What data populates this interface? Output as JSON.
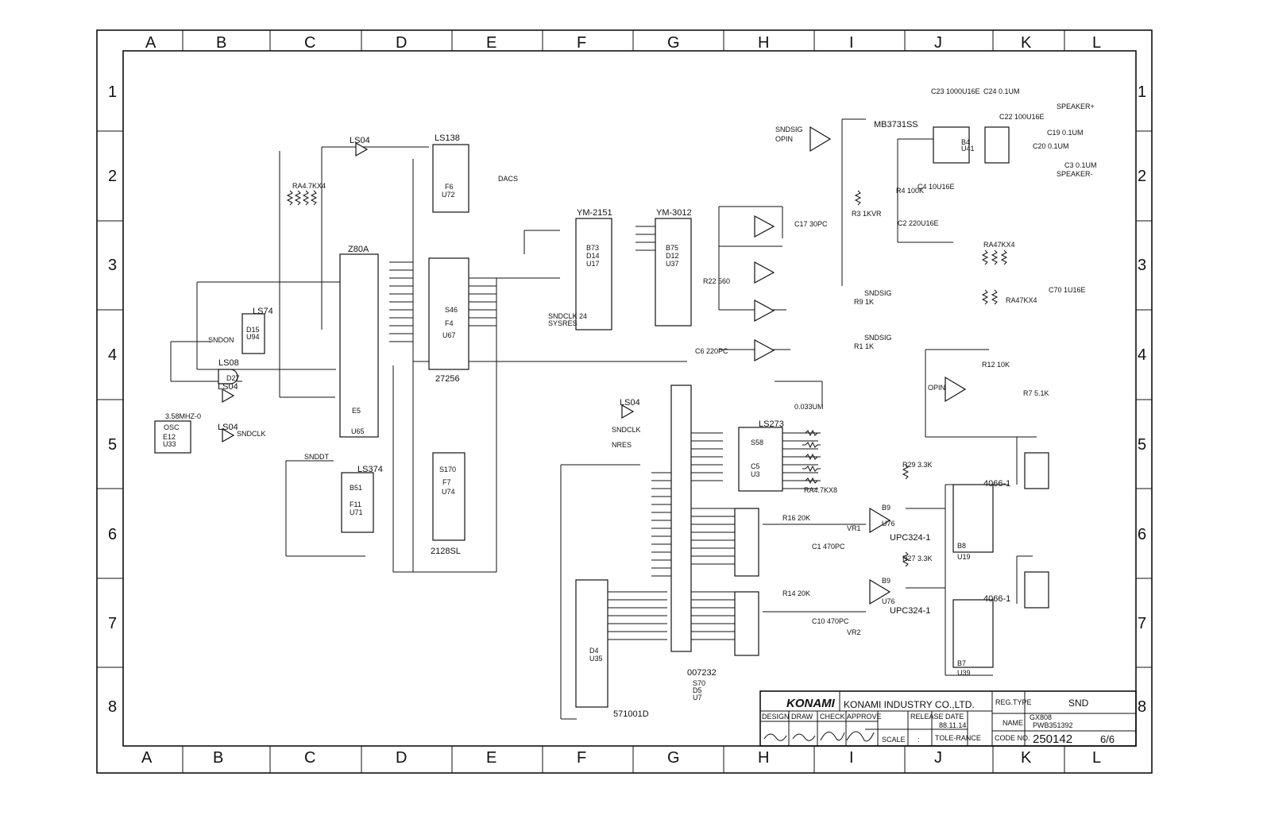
{
  "grid": {
    "columns": [
      "A",
      "B",
      "C",
      "D",
      "E",
      "F",
      "G",
      "H",
      "I",
      "J",
      "K",
      "L"
    ],
    "rows": [
      "1",
      "2",
      "3",
      "4",
      "5",
      "6",
      "7",
      "8"
    ]
  },
  "components": [
    {
      "id": "ls138",
      "label": "LS138",
      "sub": [
        "F6",
        "U72"
      ]
    },
    {
      "id": "z80a",
      "label": "Z80A",
      "sub": [
        "U65",
        "E5"
      ]
    },
    {
      "id": "rom27256",
      "label": "27256",
      "sub": [
        "F4",
        "U67",
        "S46"
      ]
    },
    {
      "id": "ram2128",
      "label": "2128SL",
      "sub": [
        "F7",
        "U74",
        "S170"
      ]
    },
    {
      "id": "ls374",
      "label": "LS374",
      "sub": [
        "F11",
        "U71",
        "B51"
      ]
    },
    {
      "id": "ym2151",
      "label": "YM-2151",
      "sub": [
        "D14",
        "U17",
        "B73"
      ]
    },
    {
      "id": "ym3012",
      "label": "YM-3012",
      "sub": [
        "D12",
        "U37",
        "B75"
      ]
    },
    {
      "id": "k007232",
      "label": "007232",
      "sub": [
        "D5",
        "U7",
        "S70"
      ]
    },
    {
      "id": "ls273",
      "label": "LS273",
      "sub": [
        "C5",
        "U3",
        "S58"
      ]
    },
    {
      "id": "rom571001",
      "label": "571001D",
      "sub": [
        "D4",
        "U35"
      ]
    },
    {
      "id": "mb3731",
      "label": "MB3731SS",
      "sub": [
        "B4",
        "U41"
      ]
    },
    {
      "id": "cd4066a",
      "label": "4066-1",
      "sub": [
        "B8",
        "U19"
      ]
    },
    {
      "id": "cd4066b",
      "label": "4066-1",
      "sub": [
        "B7",
        "U39"
      ]
    },
    {
      "id": "upc324a",
      "label": "UPC324-1",
      "sub": [
        "B9",
        "U76"
      ]
    },
    {
      "id": "upc324b",
      "label": "UPC324-1",
      "sub": [
        "B9",
        "U76"
      ]
    },
    {
      "id": "osc",
      "label": "OSC",
      "sub": [
        "3.58MHZ-0",
        "E12",
        "U33"
      ]
    },
    {
      "id": "ls74",
      "label": "LS74",
      "sub": [
        "D15",
        "U94"
      ]
    },
    {
      "id": "ls08",
      "label": "LS08",
      "sub": [
        "D27"
      ]
    }
  ],
  "gate_labels": [
    "LS04",
    "LS04",
    "LS04",
    "LS04",
    "LS08"
  ],
  "net_labels": [
    "SNDSIG",
    "SNDSIG",
    "SNDSIG",
    "OPIN",
    "OPIN",
    "SNDCLK",
    "SNDON",
    "DACS",
    "SNDDT",
    "SPEAKER+",
    "SPEAKER-",
    "VR1",
    "VR2",
    "SYSRES",
    "SNDCLK 24",
    "SNDCLK",
    "NRES"
  ],
  "passives": [
    "RA4.7KX4",
    "RA47KX4",
    "RA47KX4",
    "RA4.7KX8",
    "R22 560",
    "C17 30PC",
    "C6 220PC",
    "R16 20K",
    "R14 20K",
    "C23 1000U16E",
    "C24 0.1UM",
    "C22 100U16E",
    "C19 0.1UM",
    "C20 0.1UM",
    "C3 0.1UM",
    "C2 220U16E",
    "C4 10U16E",
    "R4 100K",
    "R3 1KVR",
    "R7 5.1K",
    "R12 10K",
    "R9 1K",
    "R1 1K",
    "0.033UM",
    "C70 1U16E",
    "R29 3.3K",
    "R27 3.3K",
    "C1 470PC",
    "C10 470PC"
  ],
  "title_block": {
    "logo": "KONAMI",
    "company": "KONAMI INDUSTRY CO.,LTD.",
    "reg_type_label": "REG.TYPE",
    "reg_type_value": "SND",
    "name_label": "NAME",
    "name_value_1": "GX808",
    "name_value_2": "PWB351392",
    "design_label": "DESIGN",
    "draw_label": "DRAW",
    "check_label": "CHECK",
    "approve_label": "APPROVE",
    "release_label": "RELEASE DATE",
    "release_value": "88.11.14",
    "scale_label": "SCALE",
    "scale_value": ":",
    "tolerance_label": "TOLE-RANCE",
    "code_label": "CODE NO.",
    "code_value": "250142",
    "sheet_value": "6/6"
  }
}
